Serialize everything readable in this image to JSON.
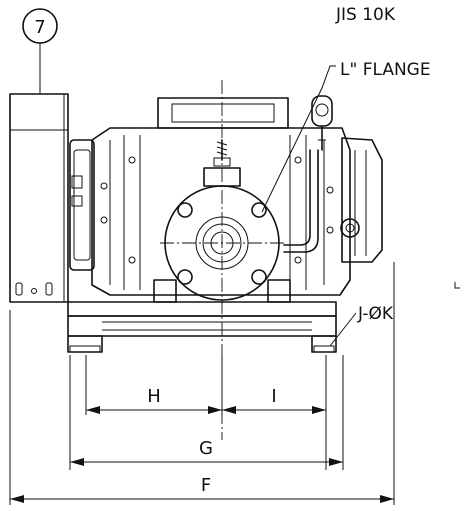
{
  "callout": {
    "number": "7"
  },
  "flange_note": {
    "line1": "JIS  10K",
    "line2": "L\" FLANGE"
  },
  "hole_note": {
    "label": "J-ØK"
  },
  "dimensions": {
    "H": "H",
    "I": "I",
    "G": "G",
    "F": "F"
  }
}
